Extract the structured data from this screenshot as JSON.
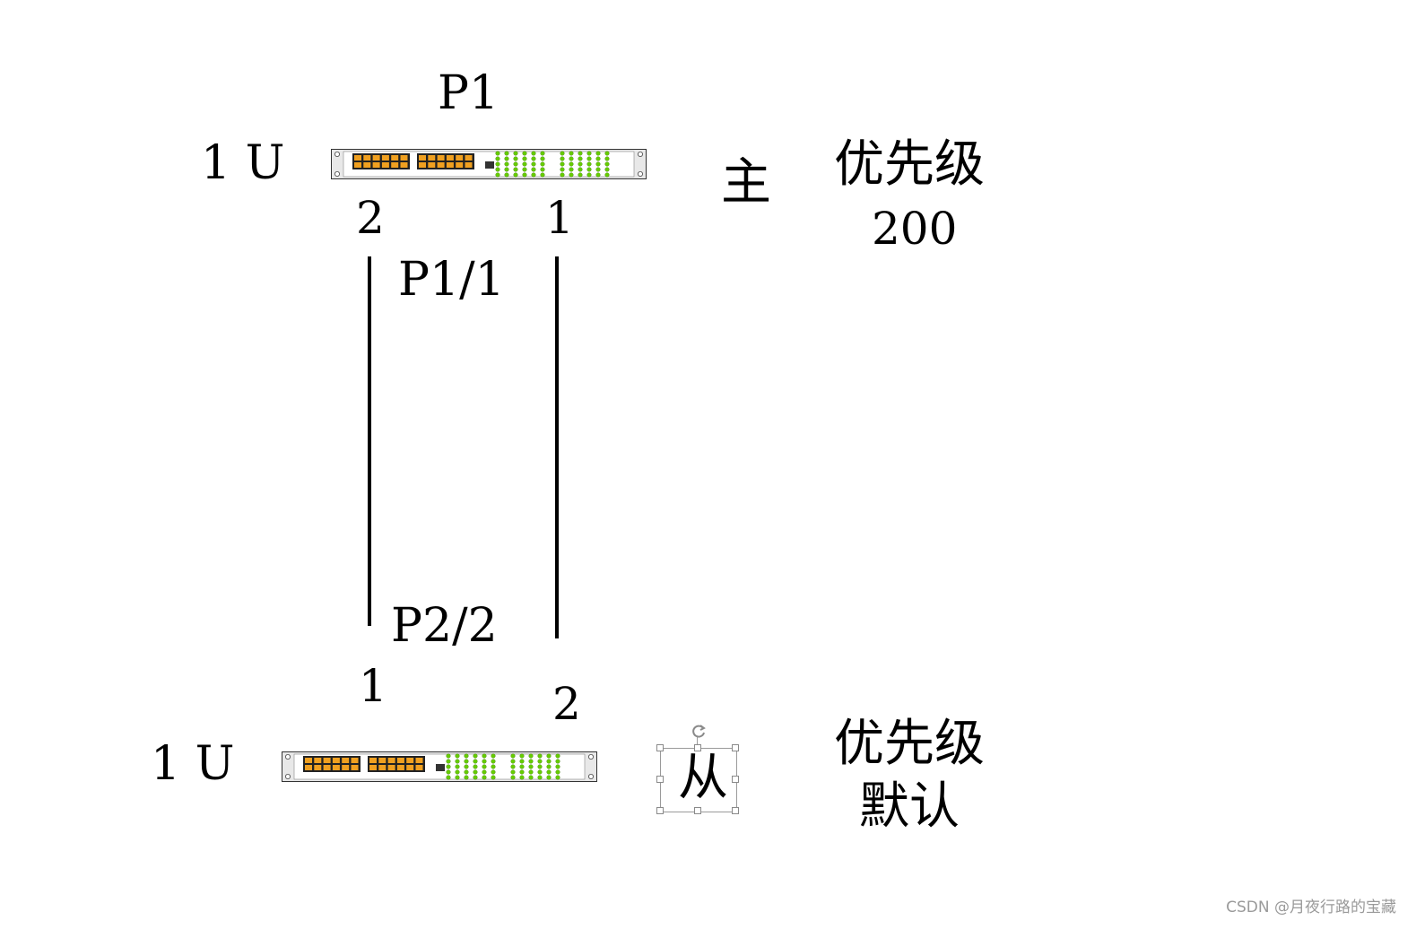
{
  "top_device": {
    "name": "P1",
    "unit_label": "1 U",
    "port_left": "2",
    "port_right": "1",
    "role": "主",
    "priority_title": "优先级",
    "priority_value": "200"
  },
  "links": {
    "label_top": "P1/1",
    "label_bottom": "P2/2"
  },
  "bottom_device": {
    "unit_label": "1 U",
    "port_left": "1",
    "port_right": "2",
    "role": "从",
    "priority_title": "优先级",
    "priority_value": "默认"
  },
  "colors": {
    "switch_body": "#e8e8e8",
    "port_orange": "#f0a020",
    "led_green": "#66cc00",
    "line": "#000000"
  },
  "icons": [
    "network-switch-icon",
    "rotate-handle-icon"
  ],
  "watermark": "CSDN @月夜行路的宝藏"
}
